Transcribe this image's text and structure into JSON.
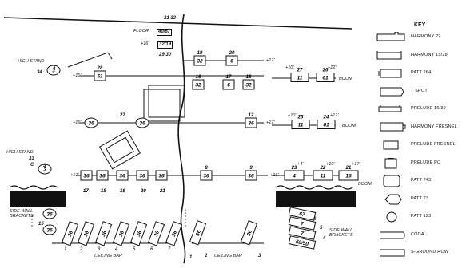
{
  "labels": {
    "top_numbers": "31  32",
    "floor": "FLOOR",
    "floor_units": "40/67",
    "plus_16_left": "+16'",
    "units_32_19": "32/19",
    "num_29_30": "29  30",
    "high_stand_top": "HIGH STAND",
    "stand_num_top": "3",
    "stand_unit_top": "34",
    "plus_16_row2": "+16'",
    "plus_17_row1": "+17'",
    "boom_top": "BOOM",
    "boom_mid": "BOOM",
    "plus_16_row3": "+16'",
    "plus_17_row3": "+17'",
    "high_stand_bottom": "HIGH STAND",
    "stand_code_bottom": "33",
    "stand_c": "C",
    "stand_num_bottom": "3",
    "plus_17_row4": "+17'",
    "plus_16_row4": "+16'",
    "boom_bottom": "BOOM",
    "side_wall_left": "SIDE WALL BRACKETS",
    "side_wall_right": "SIDE WALL BRACKETS",
    "ceiling_bar_left": "CEILING BAR",
    "ceiling_bar_right": "CEILING BAR",
    "num_15": "15",
    "num_6": "6",
    "num_5": "5",
    "num_4": "4",
    "num_2": "2",
    "num_1": "1",
    "num_3": "3",
    "plus_10_a": "+10'",
    "plus_12_a": "+12'",
    "plus_10_b": "+10'",
    "plus_12_b": "+12'",
    "plus_4": "+4'",
    "plus_10_c": "+10'",
    "plus_17_c": "+17'"
  },
  "units": {
    "r1": [
      {
        "n": "19",
        "v": "32"
      },
      {
        "n": "20",
        "v": "6"
      }
    ],
    "r1_boom": [
      {
        "n": "27",
        "v": "11"
      },
      {
        "n": "26",
        "v": "61"
      }
    ],
    "r2": [
      {
        "n": "28",
        "v": "51"
      },
      {
        "n": "16",
        "v": "32"
      },
      {
        "n": "17",
        "v": "6"
      },
      {
        "n": "18",
        "v": "32"
      }
    ],
    "r3": [
      {
        "n": "27",
        "v": "36"
      },
      {
        "n": "12",
        "v": "36"
      }
    ],
    "r3_boom": [
      {
        "n": "25",
        "v": "11"
      },
      {
        "n": "24",
        "v": "61"
      }
    ],
    "r4": [
      {
        "n": "17",
        "v": "36"
      },
      {
        "n": "18",
        "v": "36"
      },
      {
        "n": "19",
        "v": "36"
      },
      {
        "n": "20",
        "v": "36"
      },
      {
        "n": "21",
        "v": "36"
      },
      {
        "n": "8",
        "v": "36"
      },
      {
        "n": "9",
        "v": "36"
      }
    ],
    "r4_boom": [
      {
        "n": "23",
        "v": "4"
      },
      {
        "n": "22",
        "v": "11"
      },
      {
        "n": "21",
        "v": "16"
      }
    ],
    "ceiling": [
      "1",
      "2",
      "3",
      "4",
      "5",
      "6",
      "7"
    ],
    "ceiling_vals": [
      "36",
      "36",
      "36",
      "36",
      "36",
      "36",
      "36"
    ],
    "side_left": [
      "36",
      "36"
    ],
    "right_stack": [
      "67",
      "7",
      "7",
      "50/50"
    ]
  },
  "key": {
    "title": "KEY",
    "items": [
      {
        "label": "HARMONY 22",
        "icon": "harmony-22-icon"
      },
      {
        "label": "HARMONY 15/28",
        "icon": "harmony-15-28-icon"
      },
      {
        "label": "PATT 264",
        "icon": "patt-264-icon"
      },
      {
        "label": "T SPOT",
        "icon": "t-spot-icon"
      },
      {
        "label": "PRELUDE 16/30",
        "icon": "prelude-16-30-icon"
      },
      {
        "label": "HARMONY FRESNEL",
        "icon": "harmony-fresnel-icon"
      },
      {
        "label": "PRELUDE FRESNEL",
        "icon": "prelude-fresnel-icon"
      },
      {
        "label": "PRELUDE PC",
        "icon": "prelude-pc-icon"
      },
      {
        "label": "PATT 743",
        "icon": "patt-743-icon"
      },
      {
        "label": "PATT 23",
        "icon": "patt-23-icon"
      },
      {
        "label": "PATT 123",
        "icon": "patt-123-icon"
      },
      {
        "label": "CODA",
        "icon": "coda-icon"
      },
      {
        "label": "S-GROUND ROW",
        "icon": "s-ground-row-icon"
      }
    ]
  }
}
